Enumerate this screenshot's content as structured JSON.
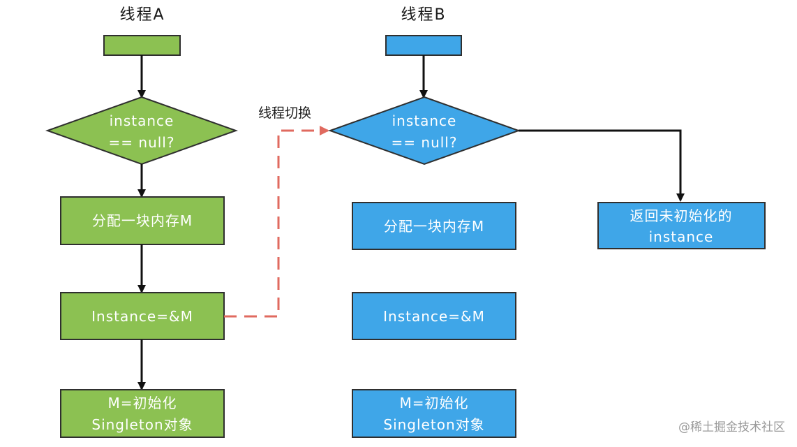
{
  "thread_a": {
    "title": "线程A",
    "color": "#8cc152",
    "start_label": "",
    "decision": [
      "instance",
      "== null?"
    ],
    "alloc": "分配一块内存M",
    "assign": "Instance=&M",
    "init": [
      "M=初始化",
      "Singleton对象"
    ]
  },
  "thread_b": {
    "title": "线程B",
    "color": "#3fa6e8",
    "start_label": "",
    "decision": [
      "instance",
      "== null?"
    ],
    "alloc": "分配一块内存M",
    "assign": "Instance=&M",
    "init": [
      "M=初始化",
      "Singleton对象"
    ],
    "return_box": [
      "返回未初始化的",
      "instance"
    ]
  },
  "switch_label": "线程切换",
  "watermark": "@稀土掘金技术社区",
  "colors": {
    "edge": "#111111",
    "switch_edge": "#e06a5f",
    "border": "#2f2f2f"
  }
}
